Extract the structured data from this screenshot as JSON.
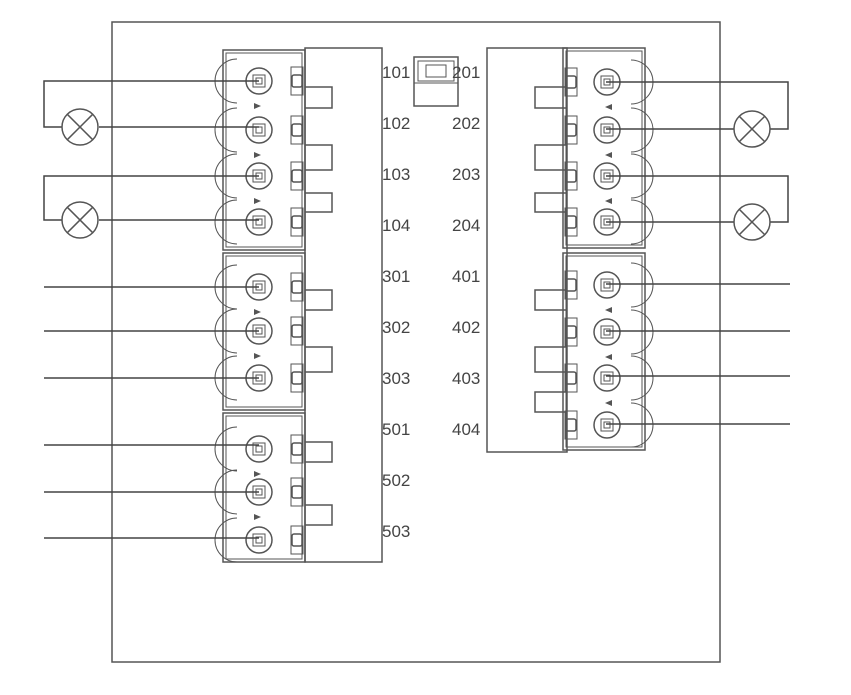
{
  "colors": {
    "line": "#555555",
    "text": "#444444",
    "background": "#ffffff"
  },
  "terminals": {
    "left": [
      "101",
      "102",
      "103",
      "104",
      "301",
      "302",
      "303",
      "501",
      "502",
      "503"
    ],
    "right": [
      "201",
      "202",
      "203",
      "204",
      "401",
      "402",
      "403",
      "404"
    ]
  },
  "lamps": {
    "left": [
      [
        "101",
        "102"
      ],
      [
        "103",
        "104"
      ]
    ],
    "right": [
      [
        "201",
        "202"
      ],
      [
        "203",
        "204"
      ]
    ]
  },
  "icons": {
    "lamp": "lamp-icon",
    "screw": "screw-terminal-icon",
    "switch": "dip-switch-icon"
  }
}
